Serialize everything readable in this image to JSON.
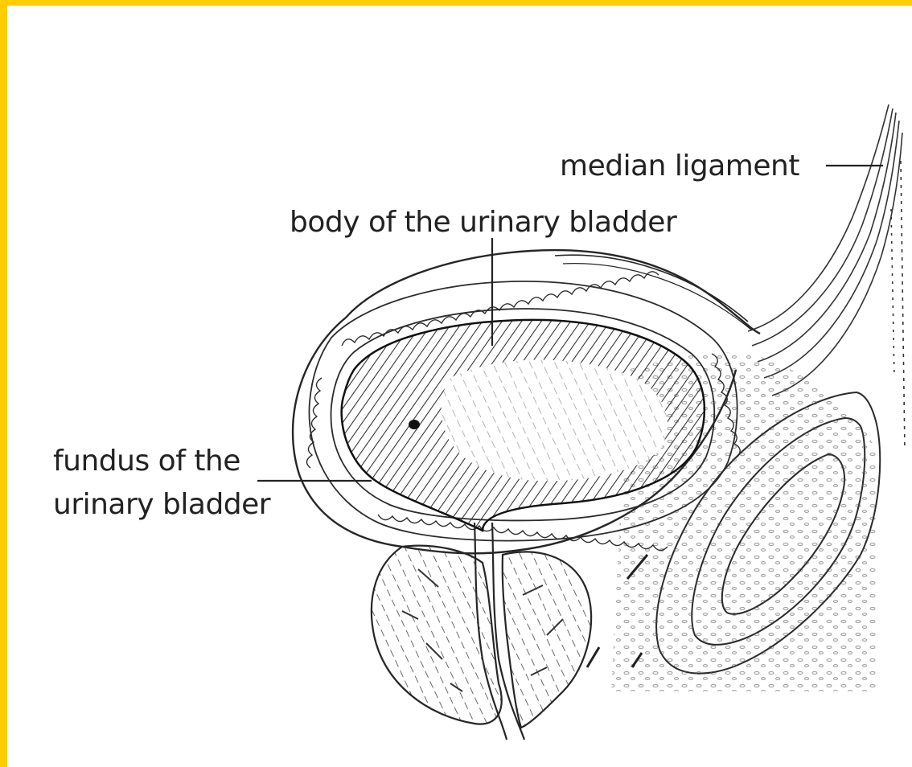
{
  "colors": {
    "frame": "#FFCC00",
    "ink": "#222222",
    "background": "#FFFFFF"
  },
  "labels": {
    "median_ligament": "median ligament",
    "body": "body of the urinary bladder",
    "fundus_line1": "fundus of the",
    "fundus_line2": "urinary bladder"
  }
}
